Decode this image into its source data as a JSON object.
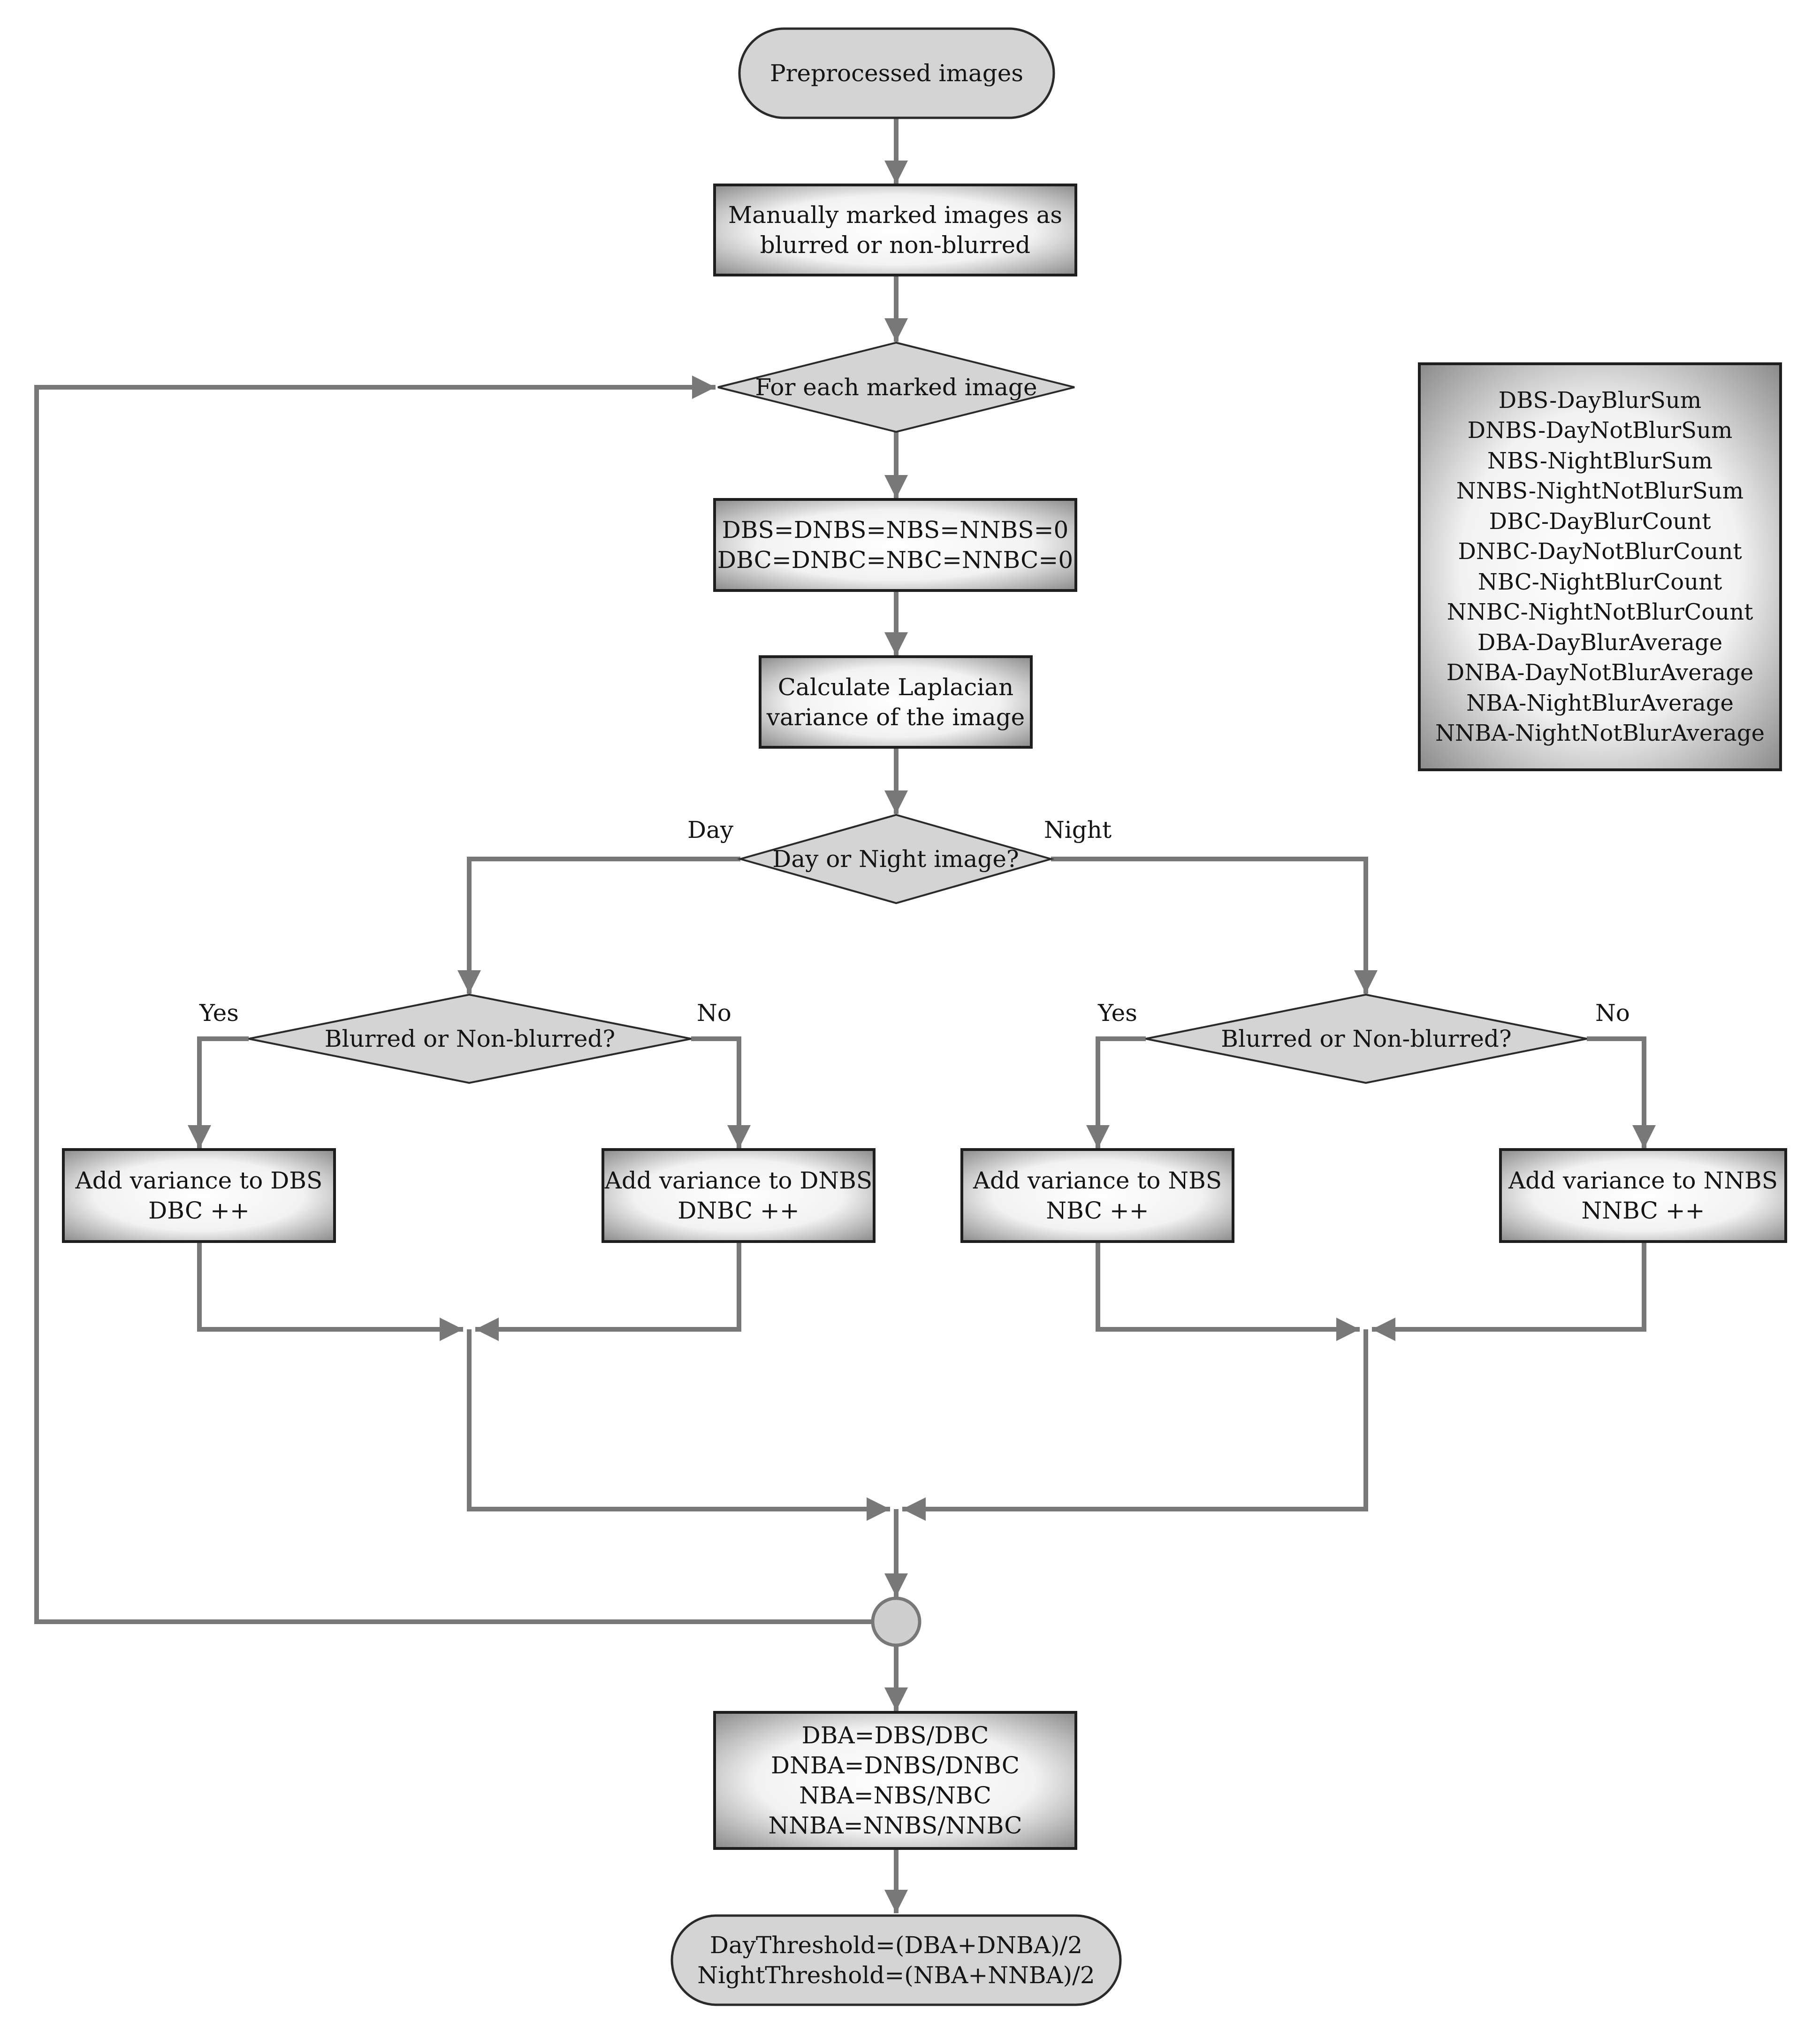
{
  "nodes": {
    "start": {
      "shape": "terminal",
      "lines": [
        "Preprocessed images"
      ]
    },
    "manual_mark": {
      "shape": "process",
      "lines": [
        "Manually marked images as",
        "blurred or non-blurred"
      ]
    },
    "loop": {
      "shape": "decision",
      "lines": [
        "For each marked image"
      ]
    },
    "init": {
      "shape": "process",
      "lines": [
        "DBS=DNBS=NBS=NNBS=0",
        "DBC=DNBC=NBC=NNBC=0"
      ]
    },
    "laplacian": {
      "shape": "process",
      "lines": [
        "Calculate Laplacian",
        "variance of the image"
      ]
    },
    "day_night": {
      "shape": "decision",
      "lines": [
        "Day or Night image?"
      ]
    },
    "blur_day": {
      "shape": "decision",
      "lines": [
        "Blurred or Non-blurred?"
      ]
    },
    "blur_night": {
      "shape": "decision",
      "lines": [
        "Blurred or Non-blurred?"
      ]
    },
    "add_dbs": {
      "shape": "process",
      "lines": [
        "Add variance to DBS",
        "DBC ++"
      ]
    },
    "add_dnbs": {
      "shape": "process",
      "lines": [
        "Add variance to DNBS",
        "DNBC ++"
      ]
    },
    "add_nbs": {
      "shape": "process",
      "lines": [
        "Add variance to NBS",
        "NBC ++"
      ]
    },
    "add_nnbs": {
      "shape": "process",
      "lines": [
        "Add variance to NNBS",
        "NNBC ++"
      ]
    },
    "averages": {
      "shape": "process",
      "lines": [
        "DBA=DBS/DBC",
        "DNBA=DNBS/DNBC",
        "NBA=NBS/NBC",
        "NNBA=NNBS/NNBC"
      ]
    },
    "thresholds": {
      "shape": "terminal",
      "lines": [
        "DayThreshold=(DBA+DNBA)/2",
        "NightThreshold=(NBA+NNBA)/2"
      ]
    }
  },
  "edge_labels": {
    "day": "Day",
    "night": "Night",
    "day_yes": "Yes",
    "day_no": "No",
    "night_yes": "Yes",
    "night_no": "No"
  },
  "legend": {
    "lines": [
      "DBS-DayBlurSum",
      "DNBS-DayNotBlurSum",
      "NBS-NightBlurSum",
      "NNBS-NightNotBlurSum",
      "DBC-DayBlurCount",
      "DNBC-DayNotBlurCount",
      "NBC-NightBlurCount",
      "NNBC-NightNotBlurCount",
      "DBA-DayBlurAverage",
      "DNBA-DayNotBlurAverage",
      "NBA-NightBlurAverage",
      "NNBA-NightNotBlurAverage"
    ]
  },
  "colors": {
    "line": "#787878",
    "box_border": "#1e1e1e",
    "box_fill_center": "#ffffff",
    "box_fill_edge": "#8c8c8c",
    "shape_fill": "#d4d4d4",
    "text": "#141414"
  }
}
